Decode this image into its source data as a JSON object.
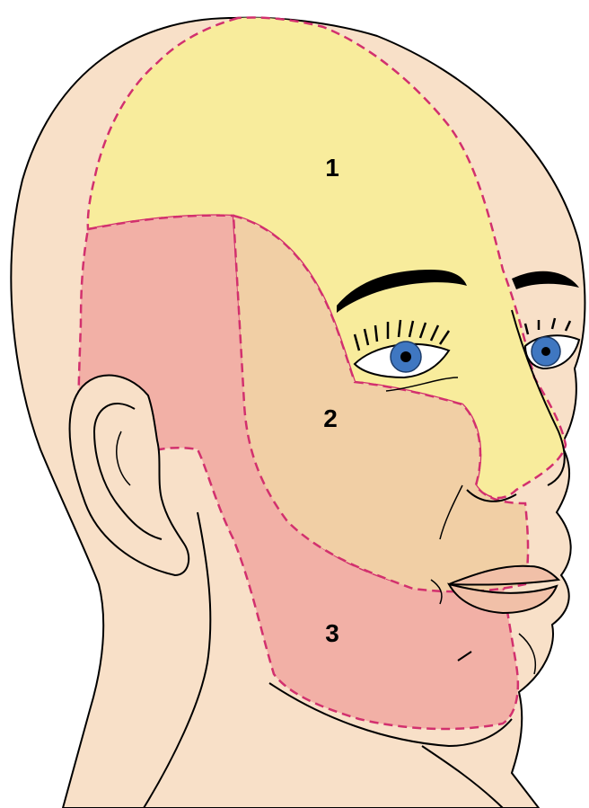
{
  "colors": {
    "skin": "#f8e0c8",
    "zone_1": "#f8ec9c",
    "zone_2": "#f1cfa5",
    "zone_3": "#f2b0a6",
    "boundary": "#d2306e",
    "outline": "#000000",
    "iris": "#3f77c1"
  },
  "zones": [
    {
      "label": "1"
    },
    {
      "label": "2"
    },
    {
      "label": "3"
    }
  ]
}
